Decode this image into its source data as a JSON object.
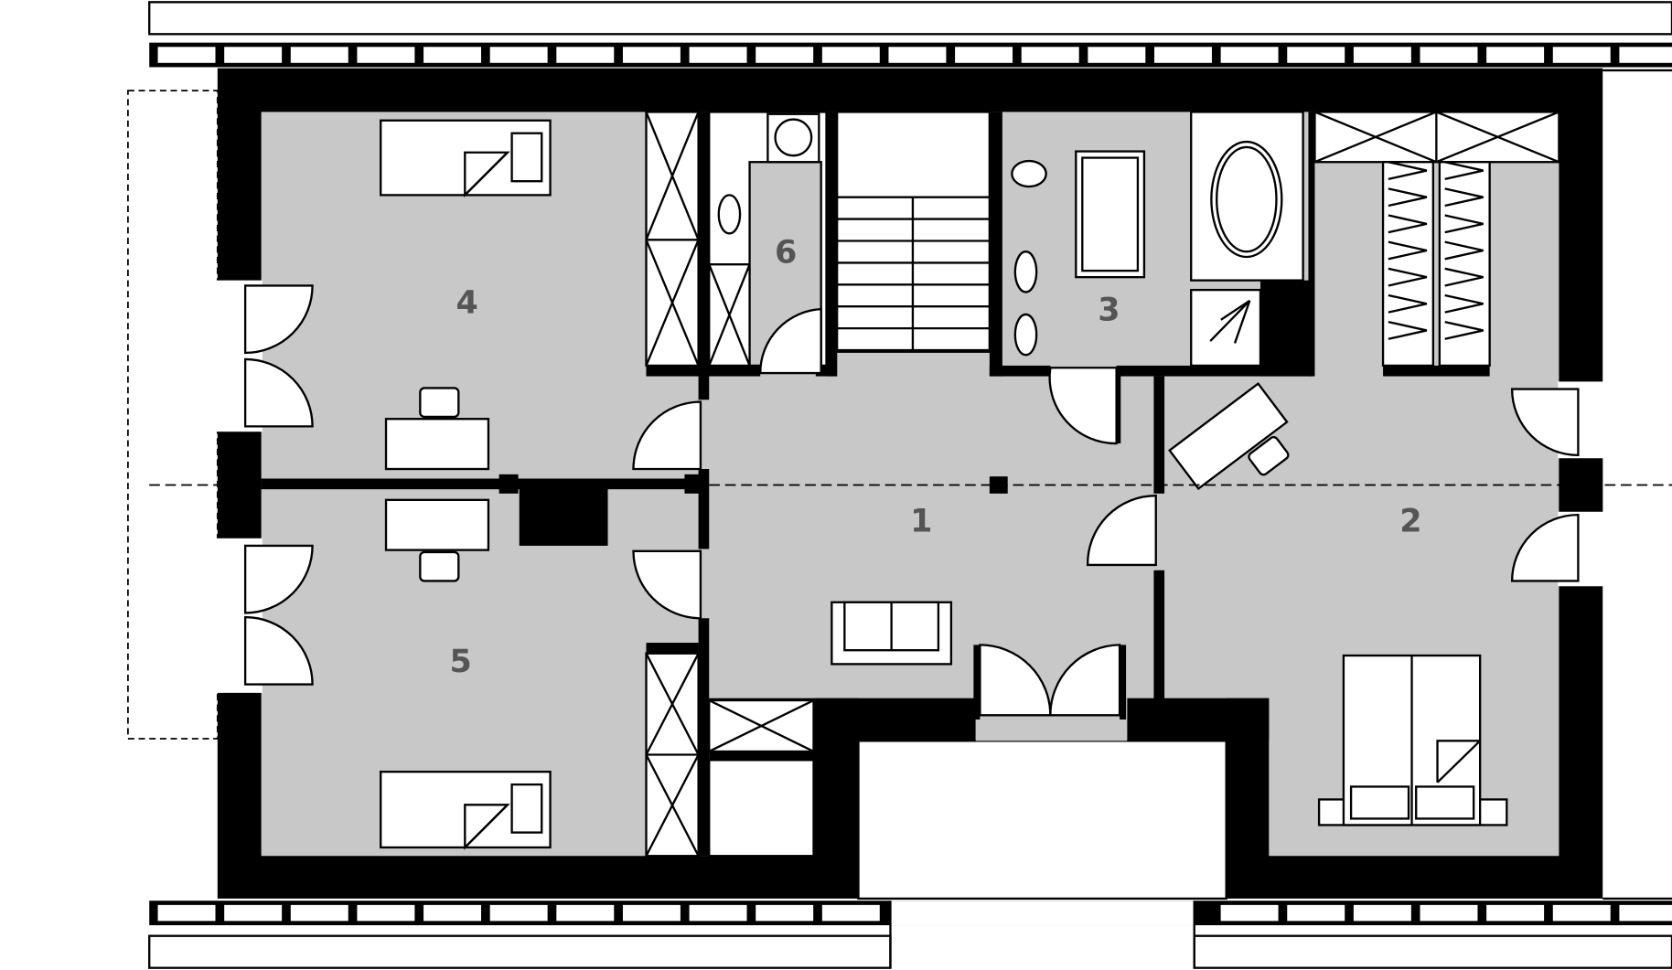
{
  "plan": {
    "rooms": [
      {
        "id": "1",
        "label": "1"
      },
      {
        "id": "2",
        "label": "2"
      },
      {
        "id": "3",
        "label": "3"
      },
      {
        "id": "4",
        "label": "4"
      },
      {
        "id": "5",
        "label": "5"
      },
      {
        "id": "6",
        "label": "6"
      }
    ],
    "colors": {
      "floor": "#c8c8c8",
      "wall": "#000000",
      "label": "#555555"
    }
  }
}
